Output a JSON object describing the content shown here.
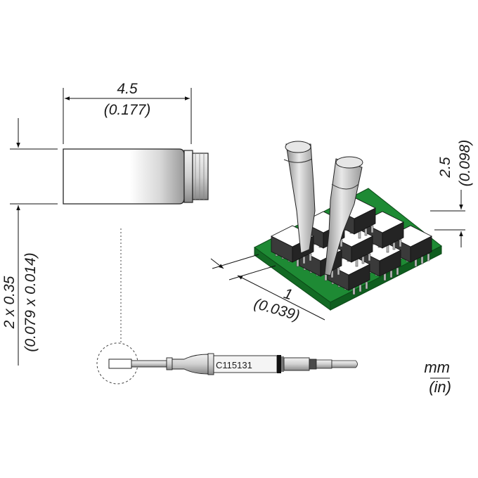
{
  "dimensions": {
    "tip_length_mm": "4.5",
    "tip_length_in": "(0.177)",
    "tip_width_mm": "2 x 0.35",
    "tip_width_in": "(0.079 x 0.014)",
    "pin_height_mm": "2.5",
    "pin_height_in": "(0.098)",
    "pitch_mm": "1",
    "pitch_in": "(0.039)"
  },
  "cartridge": {
    "part_number": "C115131"
  },
  "units": {
    "metric": "mm",
    "imperial": "(in)"
  },
  "colors": {
    "pcb_green": "#1e8a34",
    "chip_body": "#3a3a3a",
    "chip_top": "#ffffff",
    "tip_metal": "#c8c8c8"
  }
}
